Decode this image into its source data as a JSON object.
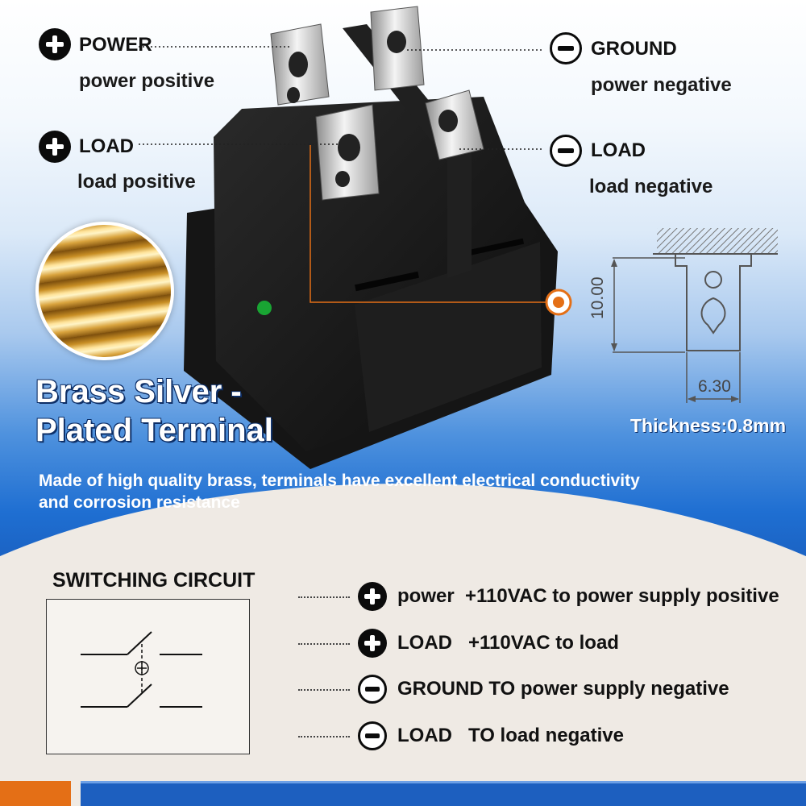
{
  "labels": {
    "power_title": "POWER",
    "power_sub": "power positive",
    "load_pos_title": "LOAD",
    "load_pos_sub": "load positive",
    "ground_title": "GROUND",
    "ground_sub": "power negative",
    "load_neg_title": "LOAD",
    "load_neg_sub": "load negative"
  },
  "dimensions": {
    "height": "10.00",
    "width": "6.30",
    "thickness": "Thickness:0.8mm"
  },
  "feature": {
    "title_line1": "Brass Silver -",
    "title_line2": "Plated Terminal",
    "desc_line1": "Made of high quality brass, terminals have excellent electrical conductivity",
    "desc_line2": "and corrosion resistance"
  },
  "circuit": {
    "title": "SWITCHING CIRCUIT"
  },
  "legend": [
    {
      "sign": "plus",
      "text": "power  +110VAC to power supply positive"
    },
    {
      "sign": "plus",
      "text": "LOAD   +110VAC to load"
    },
    {
      "sign": "minus",
      "text": "GROUND TO power supply negative"
    },
    {
      "sign": "minus",
      "text": "LOAD   TO load negative"
    }
  ],
  "colors": {
    "accent_orange": "#e46f16",
    "accent_blue": "#1d5fbf",
    "brass": "#d9a33d"
  },
  "icons": {
    "plus": "plus-circle-icon",
    "minus": "minus-circle-icon",
    "marker": "target-icon"
  }
}
